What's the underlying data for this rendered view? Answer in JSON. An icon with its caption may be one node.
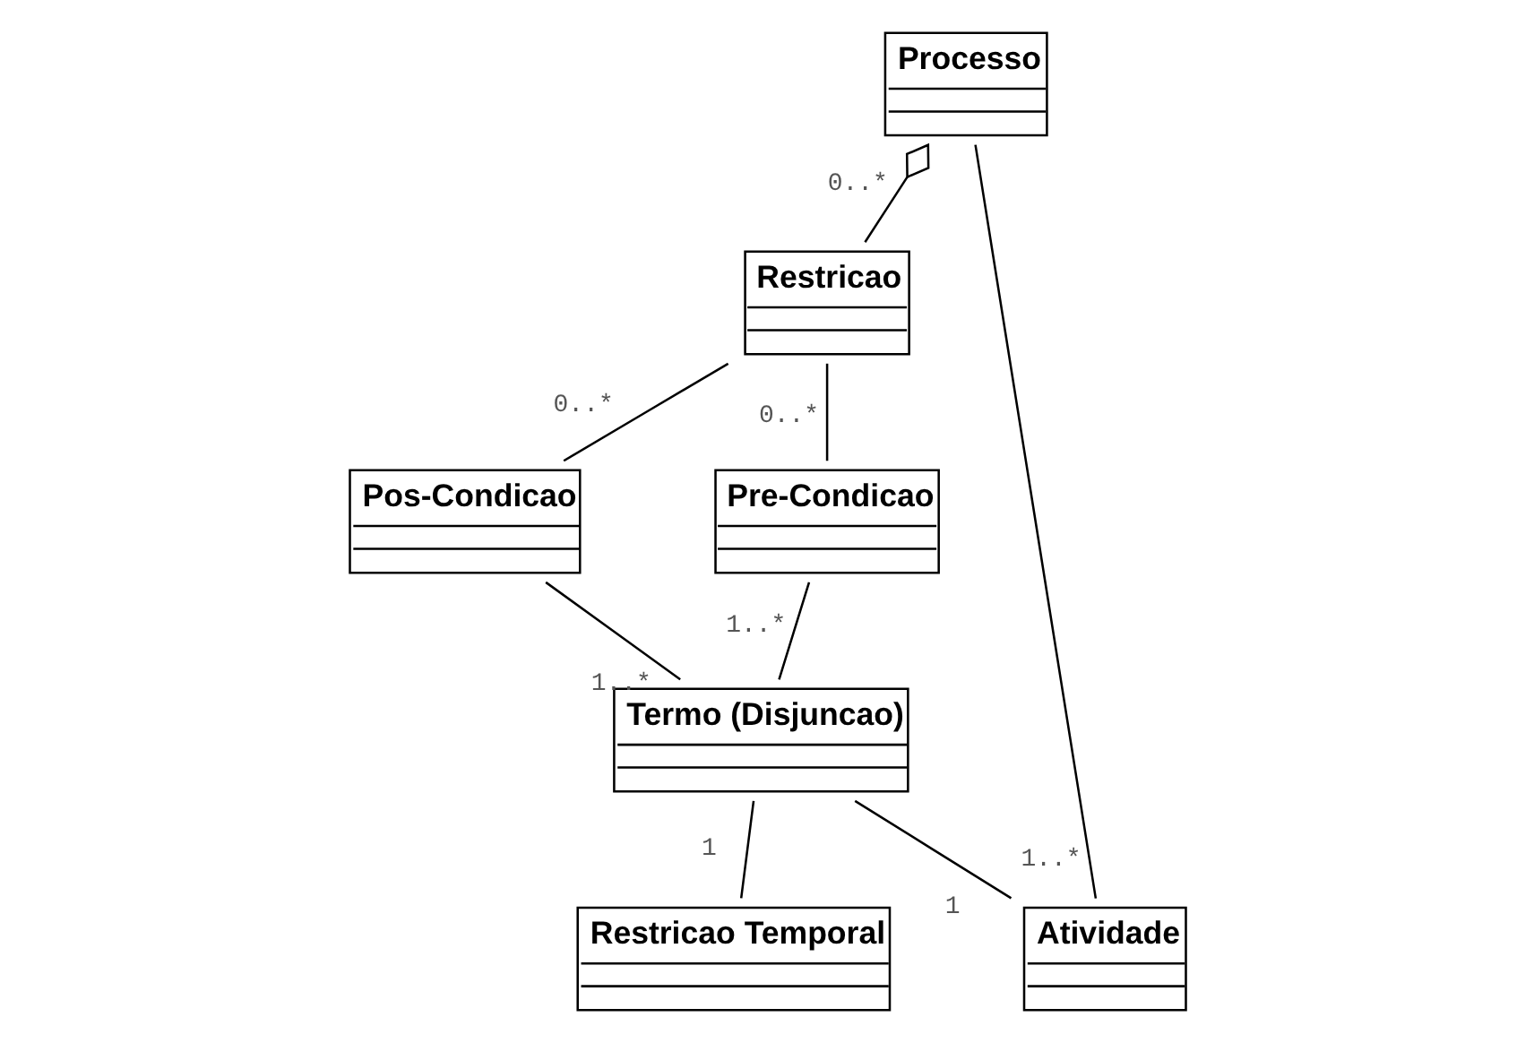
{
  "diagram": {
    "nodes": [
      {
        "text": [
          "Processo"
        ]
      },
      {
        "text": [
          "Restricao"
        ]
      },
      {
        "text": [
          "Atividade"
        ]
      },
      {
        "text": [
          "Pos-Condicao"
        ]
      },
      {
        "text": [
          "Pre-Condicao"
        ]
      },
      {
        "text": [
          "Termo (Disjuncao)"
        ]
      },
      {
        "text": [
          "Restricao Temporal"
        ]
      }
    ],
    "edges": [
      {
        "from": 0,
        "to": 1,
        "arrow": "other",
        "label": "0..*"
      },
      {
        "from": 0,
        "to": 2,
        "arrow": "none",
        "label": "1..*"
      },
      {
        "from": 1,
        "to": 3,
        "arrow": "none",
        "label": "0..*"
      },
      {
        "from": 1,
        "to": 4,
        "arrow": "none",
        "label": "0..*"
      },
      {
        "from": 3,
        "to": 5,
        "arrow": "none",
        "label": "1..*"
      },
      {
        "from": 4,
        "to": 5,
        "arrow": "none",
        "label": "1..*"
      },
      {
        "from": 5,
        "to": 2,
        "arrow": "none",
        "label": "1"
      },
      {
        "from": 5,
        "to": 6,
        "arrow": "none",
        "label": "1"
      }
    ]
  }
}
